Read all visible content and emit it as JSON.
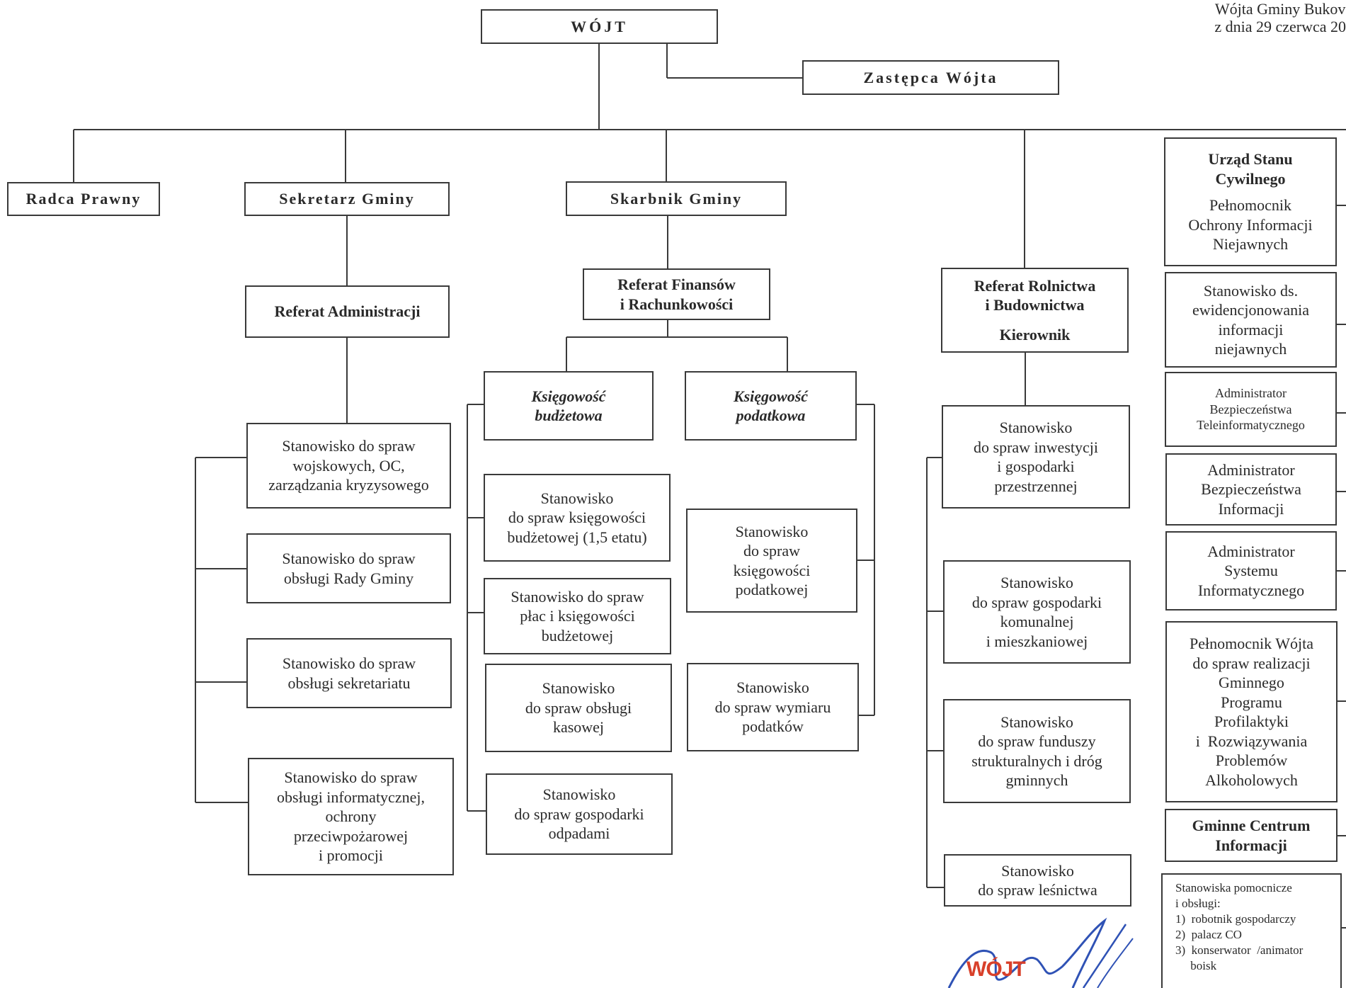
{
  "header": {
    "line1": "Wójta Gminy Bukov",
    "line2": "z dnia 29 czerwca 20"
  },
  "wojt": "WÓJT",
  "zastepca": "Zastępca Wójta",
  "radca": "Radca Prawny",
  "sekretarz": "Sekretarz Gminy",
  "skarbnik": "Skarbnik Gminy",
  "ref_admin": "Referat Administracji",
  "ref_fin": [
    "Referat Finansów",
    "i Rachunkowości"
  ],
  "ref_roln": [
    "Referat Rolnictwa",
    "i Budownictwa",
    "",
    "Kierownik"
  ],
  "ksieg_budz": [
    "Księgowość",
    "budżetowa"
  ],
  "ksieg_pod": [
    "Księgowość",
    "podatkowa"
  ],
  "admin_col": [
    [
      "Stanowisko do spraw",
      "wojskowych, OC,",
      "zarządzania kryzysowego"
    ],
    [
      "Stanowisko do spraw",
      "obsługi Rady Gminy"
    ],
    [
      "Stanowisko do spraw",
      "obsługi sekretariatu"
    ],
    [
      "Stanowisko do spraw",
      "obsługi informatycznej,",
      "ochrony",
      "przeciwpożarowej",
      "i promocji"
    ]
  ],
  "budz_col": [
    [
      "Stanowisko",
      "do spraw księgowości",
      "budżetowej (1,5 etatu)"
    ],
    [
      "Stanowisko do spraw",
      "płac i księgowości",
      "budżetowej"
    ],
    [
      "Stanowisko",
      "do spraw obsługi",
      "kasowej"
    ],
    [
      "Stanowisko",
      "do spraw gospodarki",
      "odpadami"
    ]
  ],
  "pod_col": [
    [
      "Stanowisko",
      "do spraw",
      "księgowości",
      "podatkowej"
    ],
    [
      "Stanowisko",
      "do spraw wymiaru",
      "podatków"
    ]
  ],
  "roln_col": [
    [
      "Stanowisko",
      "do spraw inwestycji",
      "i gospodarki",
      "przestrzennej"
    ],
    [
      "Stanowisko",
      "do spraw gospodarki",
      "komunalnej",
      "i mieszkaniowej"
    ],
    [
      "Stanowisko",
      "do spraw funduszy",
      "strukturalnych i dróg",
      "gminnych"
    ],
    [
      "Stanowisko",
      "do spraw leśnictwa"
    ]
  ],
  "right_col": {
    "usc_title": [
      "Urząd Stanu",
      "Cywilnego"
    ],
    "usc_sub": [
      "Pełnomocnik",
      "Ochrony Informacji",
      "Niejawnych"
    ],
    "ewid": [
      "Stanowisko ds.",
      "ewidencjonowania",
      "informacji",
      "niejawnych"
    ],
    "abt": [
      "Administrator",
      "Bezpieczeństwa",
      "Teleinformatycznego"
    ],
    "abi": [
      "Administrator",
      "Bezpieczeństwa",
      "Informacji"
    ],
    "asi": [
      "Administrator",
      "Systemu",
      "Informatycznego"
    ],
    "pelnomocnik": [
      "Pełnomocnik Wójta",
      "do spraw realizacji",
      "Gminnego",
      "Programu",
      "Profilaktyki",
      "i  Rozwiązywania",
      "Problemów",
      "Alkoholowych"
    ],
    "gci": [
      "Gminne Centrum",
      "Informacji"
    ],
    "pomocnicze": [
      "Stanowiska pomocnicze",
      "i obsługi:",
      "1)  robotnik gospodarczy",
      "2)  palacz CO",
      "3)  konserwator  /animator",
      "     boisk"
    ]
  },
  "stamp": "WÓJT",
  "colors": {
    "line": "#3a3a3a",
    "stamp": "#d8402a",
    "signature": "#2f52b5"
  }
}
